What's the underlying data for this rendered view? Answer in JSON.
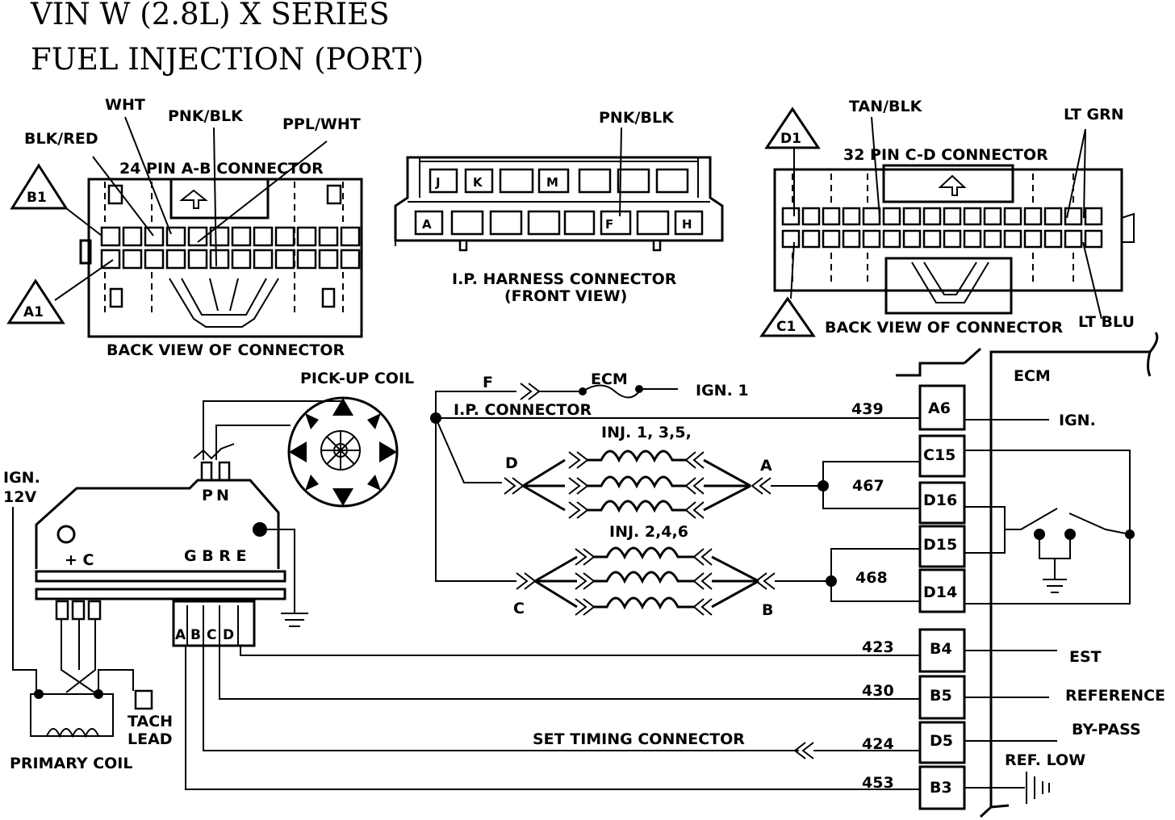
{
  "title": {
    "line1": "VIN W (2.8L) X SERIES",
    "line2": "FUEL INJECTION (PORT)"
  },
  "ab_connector": {
    "title": "24 PIN A-B CONNECTOR",
    "caption": "BACK VIEW OF CONNECTOR",
    "marker_b1": "B1",
    "marker_a1": "A1",
    "wire_wht": "WHT",
    "wire_blk_red": "BLK/RED",
    "wire_pnk_blk": "PNK/BLK",
    "wire_ppl_wht": "PPL/WHT"
  },
  "ip_connector": {
    "caption_line1": "I.P. HARNESS CONNECTOR",
    "caption_line2": "(FRONT VIEW)",
    "wire_pnk_blk": "PNK/BLK",
    "pin_j": "J",
    "pin_k": "K",
    "pin_m": "M",
    "pin_a": "A",
    "pin_f": "F",
    "pin_h": "H"
  },
  "cd_connector": {
    "title": "32 PIN C-D CONNECTOR",
    "caption": "BACK VIEW OF CONNECTOR",
    "marker_d1": "D1",
    "marker_c1": "C1",
    "wire_tan_blk": "TAN/BLK",
    "wire_lt_grn": "LT GRN",
    "wire_lt_blu": "LT BLU"
  },
  "schematic": {
    "pickup_coil": "PICK-UP COIL",
    "ign_12v_line1": "IGN.",
    "ign_12v_line2": "12V",
    "module_p": "P",
    "module_n": "N",
    "module_plus_c": "+ C",
    "module_gbre": "G B R E",
    "module_pin_a": "A",
    "module_pin_b": "B",
    "module_pin_c": "C",
    "module_pin_d": "D",
    "primary_coil": "PRIMARY COIL",
    "tach_line1": "TACH",
    "tach_line2": "LEAD",
    "ip_f": "F",
    "ecm_fuse": "ECM",
    "ign1": "IGN. 1",
    "ip_connector_label": "I.P. CONNECTOR",
    "inj_135": "INJ. 1, 3,5,",
    "inj_246": "INJ. 2,4,6",
    "inj_d": "D",
    "inj_a": "A",
    "inj_c": "C",
    "inj_b": "B",
    "set_timing": "SET TIMING CONNECTOR",
    "ecm": "ECM",
    "ecm_ign": "IGN.",
    "est": "EST",
    "reference": "REFERENCE",
    "bypass": "BY-PASS",
    "ref_low": "REF. LOW"
  },
  "circuits": {
    "c439": "439",
    "c467": "467",
    "c468": "468",
    "c423": "423",
    "c430": "430",
    "c424": "424",
    "c453": "453"
  },
  "ecm_pins": {
    "a6": "A6",
    "c15": "C15",
    "d16": "D16",
    "d15": "D15",
    "d14": "D14",
    "b4": "B4",
    "b5": "B5",
    "d5": "D5",
    "b3": "B3"
  }
}
